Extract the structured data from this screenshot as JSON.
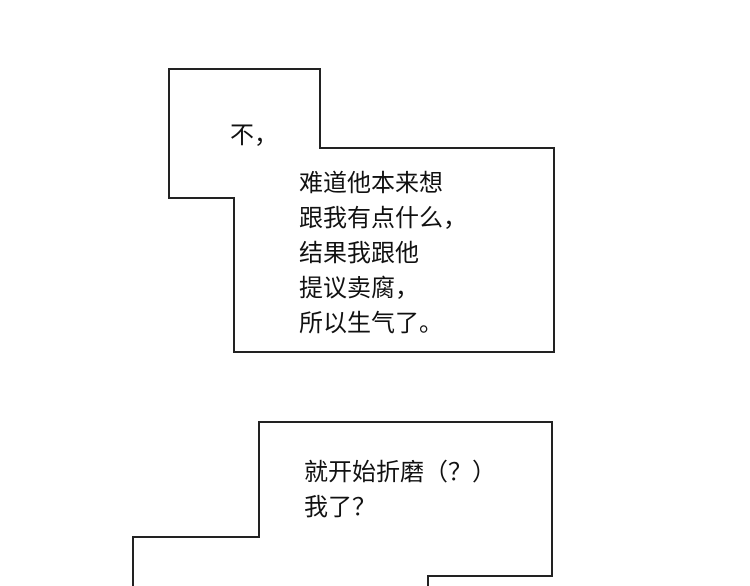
{
  "bubble1": {
    "intro": "不，",
    "lines": [
      "难道他本来想",
      "跟我有点什么，",
      "结果我跟他",
      "提议卖腐，",
      "所以生气了。"
    ]
  },
  "bubble2": {
    "lines": [
      "就开始折磨（？）",
      "我了？"
    ]
  }
}
